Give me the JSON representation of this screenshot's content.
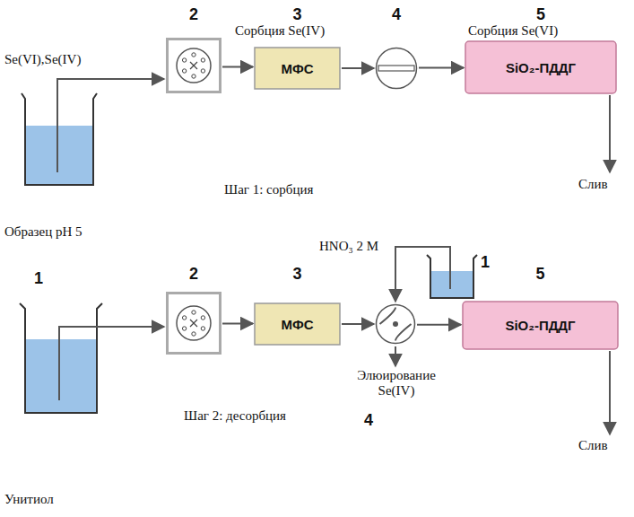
{
  "diagram": {
    "nodes": [
      {
        "text": [
          "2"
        ]
      },
      {
        "text": [
          "3",
          "МФС"
        ]
      },
      {
        "text": [
          "4"
        ]
      },
      {
        "text": [
          "5",
          "SiO₂-ПДДГ"
        ]
      },
      {
        "text": [
          "2"
        ]
      },
      {
        "text": [
          "3",
          "МФС"
        ]
      },
      {
        "text": [
          "4"
        ]
      },
      {
        "text": [
          "5",
          "SiO₂-ПДДГ"
        ]
      }
    ],
    "edges": [
      {
        "from": 0,
        "to": 1,
        "arrow": "to"
      },
      {
        "from": 1,
        "to": 2,
        "arrow": "to"
      },
      {
        "from": 2,
        "to": 3,
        "arrow": "to"
      },
      {
        "from": 4,
        "to": 5,
        "arrow": "to"
      },
      {
        "from": 5,
        "to": 6,
        "arrow": "to"
      },
      {
        "from": 6,
        "to": 7,
        "arrow": "to"
      }
    ],
    "labels": [
      "Se(VI),Se(IV)",
      "Сорбция Se(IV)",
      "Сорбция Se(VI)",
      "Шаг 1: сорбция",
      "Слив",
      "Образец pH 5",
      "1",
      "HNO₃ 2 M",
      "1",
      "Элюирование Se(IV)",
      "Шаг 2: десорбция",
      "Слив",
      "Унитиол"
    ]
  }
}
